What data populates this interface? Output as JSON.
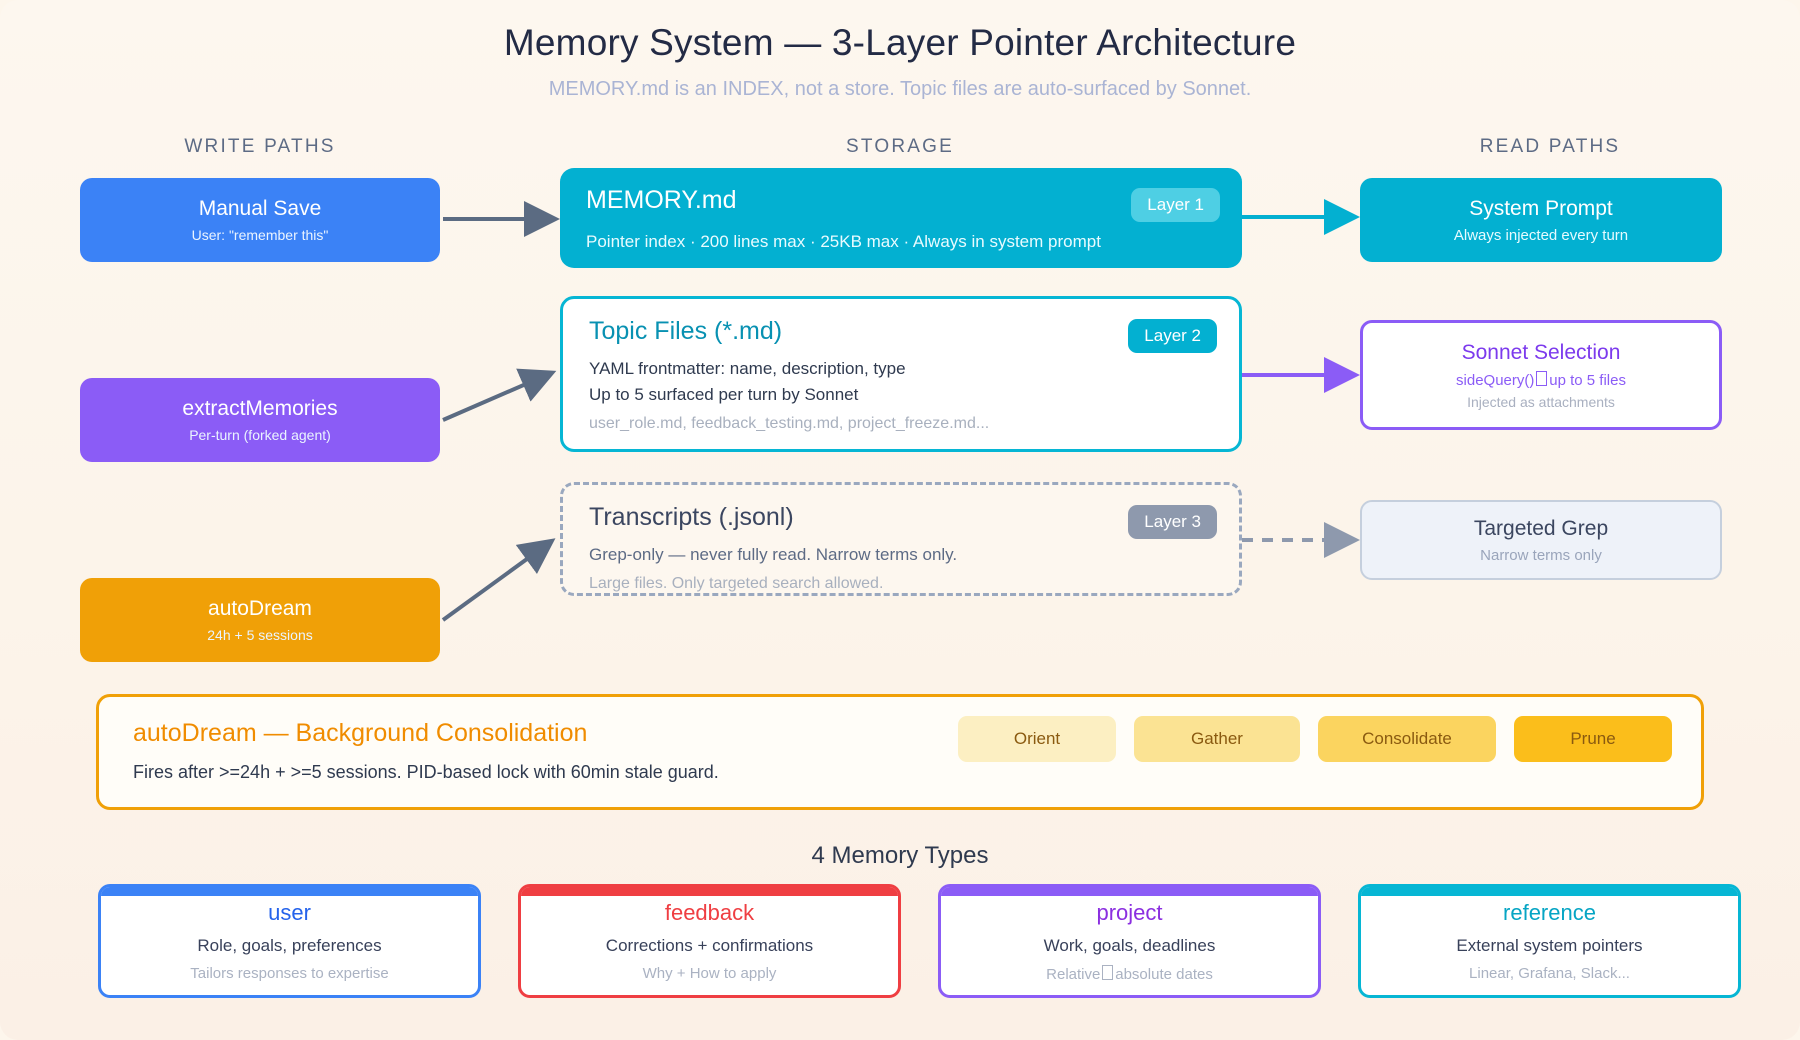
{
  "header": {
    "title": "Memory System — 3-Layer Pointer Architecture",
    "subtitle": "MEMORY.md is an INDEX, not a store. Topic files are auto-surfaced by Sonnet."
  },
  "columns": {
    "write": "WRITE PATHS",
    "storage": "STORAGE",
    "read": "READ PATHS"
  },
  "write_paths": [
    {
      "title": "Manual Save",
      "subtitle": "User: \"remember this\"",
      "color": "#3b82f6"
    },
    {
      "title": "extractMemories",
      "subtitle": "Per-turn (forked agent)",
      "color": "#8b5cf6"
    },
    {
      "title": "autoDream",
      "subtitle": "24h + 5 sessions",
      "color": "#f0a007"
    }
  ],
  "storage": [
    {
      "title": "MEMORY.md",
      "badge": "Layer 1",
      "lines": [
        "Pointer index · 200 lines max · 25KB max · Always in system prompt"
      ],
      "muted": "",
      "color": "#03b0d1"
    },
    {
      "title": "Topic Files (*.md)",
      "badge": "Layer 2",
      "lines": [
        "YAML frontmatter: name, description, type",
        "Up to 5 surfaced per turn by Sonnet"
      ],
      "muted": "user_role.md, feedback_testing.md, project_freeze.md...",
      "color": "#06b6d4"
    },
    {
      "title": "Transcripts (.jsonl)",
      "badge": "Layer 3",
      "lines": [
        "Grep-only — never fully read. Narrow terms only."
      ],
      "muted": "Large files. Only targeted search allowed.",
      "color": "#9aa8bf"
    }
  ],
  "read_paths": [
    {
      "title": "System Prompt",
      "subtitle": "Always injected every turn",
      "subtitle2": "",
      "color": "#03b0d1"
    },
    {
      "title": "Sonnet Selection",
      "subtitle_pre": "sideQuery()",
      "subtitle_post": "up to 5 files",
      "subtitle2": "Injected as attachments",
      "color": "#8b5cf6"
    },
    {
      "title": "Targeted Grep",
      "subtitle": "Narrow terms only",
      "subtitle2": "",
      "color": "#c5cfdd"
    }
  ],
  "autodream": {
    "title": "autoDream — Background Consolidation",
    "line": "Fires after >=24h + >=5 sessions. PID-based lock with 60min stale guard.",
    "phases": [
      {
        "label": "Orient",
        "color": "#fcefc2"
      },
      {
        "label": "Gather",
        "color": "#fbe393"
      },
      {
        "label": "Consolidate",
        "color": "#fbd45f"
      },
      {
        "label": "Prune",
        "color": "#fbbe1b"
      }
    ]
  },
  "memory_types": {
    "heading": "4 Memory Types",
    "cards": [
      {
        "title": "user",
        "sub": "Role, goals, preferences",
        "sub2": "Tailors responses to expertise",
        "color": "#3b82f6"
      },
      {
        "title": "feedback",
        "sub": "Corrections + confirmations",
        "sub2": "Why + How to apply",
        "color": "#ef3e42"
      },
      {
        "title": "project",
        "sub": "Work, goals, deadlines",
        "sub2_pre": "Relative",
        "sub2_post": "absolute dates",
        "color": "#8b5cf6"
      },
      {
        "title": "reference",
        "sub": "External system pointers",
        "sub2": "Linear, Grafana, Slack...",
        "color": "#06b6d4"
      }
    ]
  },
  "colors": {
    "canvas": "#fdf6ec",
    "arrow_grey": "#5b6b82",
    "arrow_cyan": "#03b0d1",
    "arrow_purple": "#8b5cf6",
    "arrow_dashed": "#8e99ad"
  }
}
